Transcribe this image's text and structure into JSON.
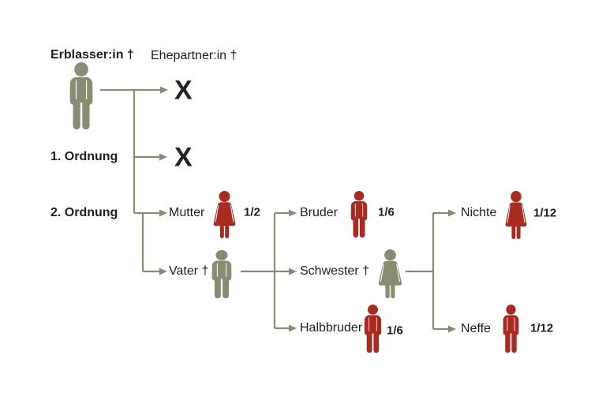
{
  "colors": {
    "olive": "#898C72",
    "red": "#A82B21",
    "text": "#1E1E1E",
    "x_mark": "#242424"
  },
  "header": {
    "erblasser_label": "Erblasser:in †",
    "ehepartner_label": "Ehepartner:in †"
  },
  "orders": {
    "first": "1. Ordnung",
    "second": "2. Ordnung"
  },
  "excluded_mark": "X",
  "icons": {
    "erblasser": "person-male-olive",
    "mutter": "person-female-red",
    "vater": "person-male-olive",
    "bruder": "person-male-red",
    "schwester": "person-female-olive",
    "halbbruder": "person-male-red",
    "nichte": "person-female-red",
    "neffe": "person-male-red"
  },
  "nodes": {
    "mutter": {
      "label": "Mutter",
      "fraction": "1/2"
    },
    "vater": {
      "label": "Vater †"
    },
    "bruder": {
      "label": "Bruder",
      "fraction": "1/6"
    },
    "schwester": {
      "label": "Schwester †"
    },
    "halbbruder": {
      "label": "Halbbruder",
      "fraction": "1/6"
    },
    "nichte": {
      "label": "Nichte",
      "fraction": "1/12"
    },
    "neffe": {
      "label": "Neffe",
      "fraction": "1/12"
    }
  }
}
